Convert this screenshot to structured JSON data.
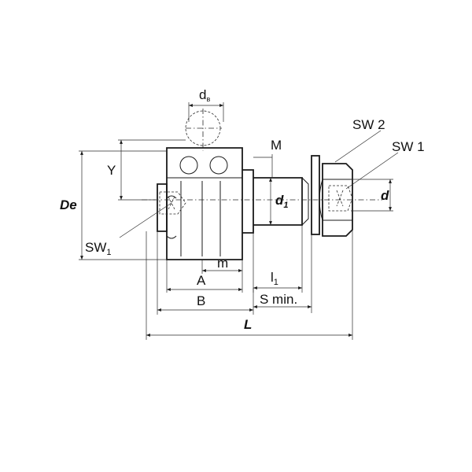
{
  "labels": {
    "d_b": "d",
    "d_b_sub": "в",
    "M": "M",
    "Y": "Y",
    "De": "De",
    "d1": "d",
    "d1_sub": "1",
    "d": "d",
    "SW2": "SW 2",
    "SW1_right": "SW 1",
    "SW1_left": "SW",
    "SW1_left_sub": "1",
    "m": "m",
    "A": "A",
    "l1": "l",
    "l1_sub": "1",
    "B": "B",
    "S_min": "S min.",
    "L": "L"
  }
}
